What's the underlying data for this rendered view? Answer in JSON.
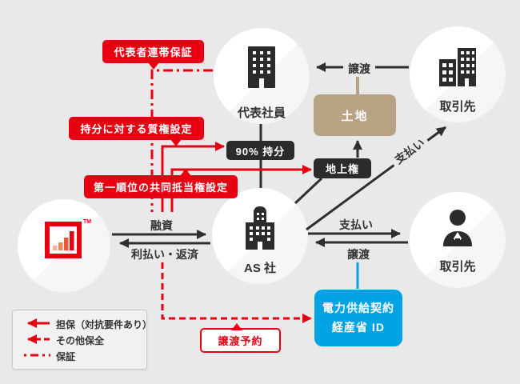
{
  "nodes": {
    "representative": {
      "label": "代表社員"
    },
    "partner_top": {
      "label": "取引先"
    },
    "as_company": {
      "label": "AS 社"
    },
    "partner_right": {
      "label": "取引先"
    },
    "lender_logo_tm": "TM",
    "land": {
      "label": "土地"
    },
    "surface_right": {
      "label": "地上権"
    },
    "equity": {
      "label": "90% 持分"
    },
    "contract": {
      "line1": "電力供給契約",
      "line2": "経産省 ID"
    }
  },
  "edges": {
    "transfer_top": "譲渡",
    "payment_diagonal": "支払い",
    "loan": "融資",
    "repayment": "利払い・返済",
    "payment_right": "支払い",
    "transfer_right": "譲渡"
  },
  "callouts": {
    "guarantee": "代表者連帯保証",
    "pledge": "持分に対する質権設定",
    "mortgage": "第一順位の共同抵当権設定",
    "transfer_reservation": "譲渡予約"
  },
  "legend": {
    "items": [
      {
        "label": "担保（対抗要件あり）",
        "style": "solid-arrow"
      },
      {
        "label": "その他保全",
        "style": "dashed-arrow"
      },
      {
        "label": "保証",
        "style": "dash-dot"
      }
    ]
  },
  "colors": {
    "background": "#e9e9e9",
    "red": "#e60012",
    "black": "#2f2f2f",
    "tan": "#b7a284",
    "blue": "#00a4e4"
  }
}
